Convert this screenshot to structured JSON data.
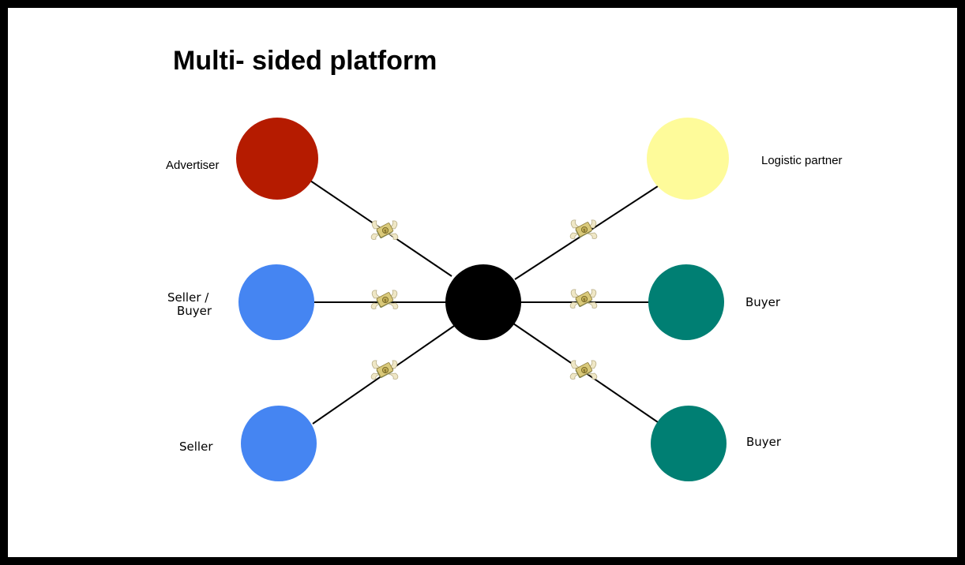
{
  "title": "Multi- sided platform",
  "center_node": {
    "color": "#000000"
  },
  "nodes": [
    {
      "id": "advertiser",
      "label": "Advertiser",
      "color": "#b51b00"
    },
    {
      "id": "seller-buyer",
      "label_line1": "Seller /",
      "label_line2": "Buyer",
      "color": "#4585f2"
    },
    {
      "id": "seller",
      "label": "Seller",
      "color": "#4585f2"
    },
    {
      "id": "logistic-partner",
      "label": "Logistic partner",
      "color": "#fefb9a"
    },
    {
      "id": "buyer-1",
      "label": "Buyer",
      "color": "#007f73"
    },
    {
      "id": "buyer-2",
      "label": "Buyer",
      "color": "#007f73"
    }
  ],
  "edge_icon": "money-with-wings-icon"
}
